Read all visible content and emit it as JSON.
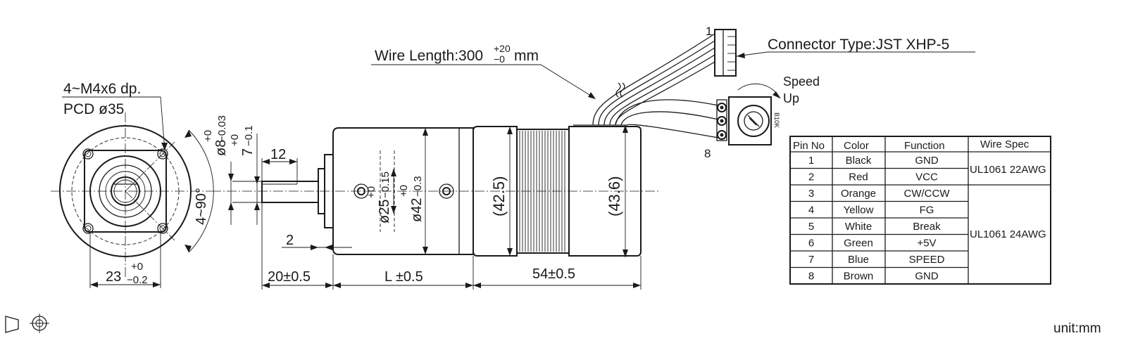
{
  "labels": {
    "screw": "4~M4x6 dp.",
    "pcd": "PCD ø35",
    "wire_length_prefix": "Wire Length:300",
    "wire_length_tol_upper": "+20",
    "wire_length_tol_lower": "−0",
    "wire_length_unit": "mm",
    "connector": "Connector Type:JST XHP-5",
    "speed_line1": "Speed",
    "speed_line2": "Up",
    "pin_top": "1",
    "pin_bottom": "8",
    "pot_mark": "B10K",
    "unit": "unit:mm"
  },
  "dims": {
    "shaft_len": "12",
    "shaft_dia": "ø8",
    "shaft_dia_tol_u": "+0",
    "shaft_dia_tol_l": "−0.03",
    "flat": "7",
    "flat_tol_u": "+0",
    "flat_tol_l": "−0.1",
    "angle": "4~90°",
    "boss": "ø25",
    "boss_tol_u": "+0",
    "boss_tol_l": "−0.15",
    "gear_dia": "ø42",
    "gear_dia_tol_u": "+0",
    "gear_dia_tol_l": "−0.3",
    "motor_dia": "(42.5)",
    "cap_dia": "(43.6)",
    "small": "2",
    "square": "23",
    "square_tol_u": "+0",
    "square_tol_l": "−0.2",
    "shaft_ext": "20±0.5",
    "gear_len": "L ±0.5",
    "motor_len": "54±0.5"
  },
  "table": {
    "headers": [
      "Pin No",
      "Color",
      "Function",
      "Wire Spec"
    ],
    "rows": [
      {
        "pin": "1",
        "color": "Black",
        "function": "GND"
      },
      {
        "pin": "2",
        "color": "Red",
        "function": "VCC"
      },
      {
        "pin": "3",
        "color": "Orange",
        "function": "CW/CCW"
      },
      {
        "pin": "4",
        "color": "Yellow",
        "function": "FG"
      },
      {
        "pin": "5",
        "color": "White",
        "function": "Break"
      },
      {
        "pin": "6",
        "color": "Green",
        "function": "+5V"
      },
      {
        "pin": "7",
        "color": "Blue",
        "function": "SPEED"
      },
      {
        "pin": "8",
        "color": "Brown",
        "function": "GND"
      }
    ],
    "spec_a": "UL1061 22AWG",
    "spec_b": "UL1061 24AWG"
  }
}
